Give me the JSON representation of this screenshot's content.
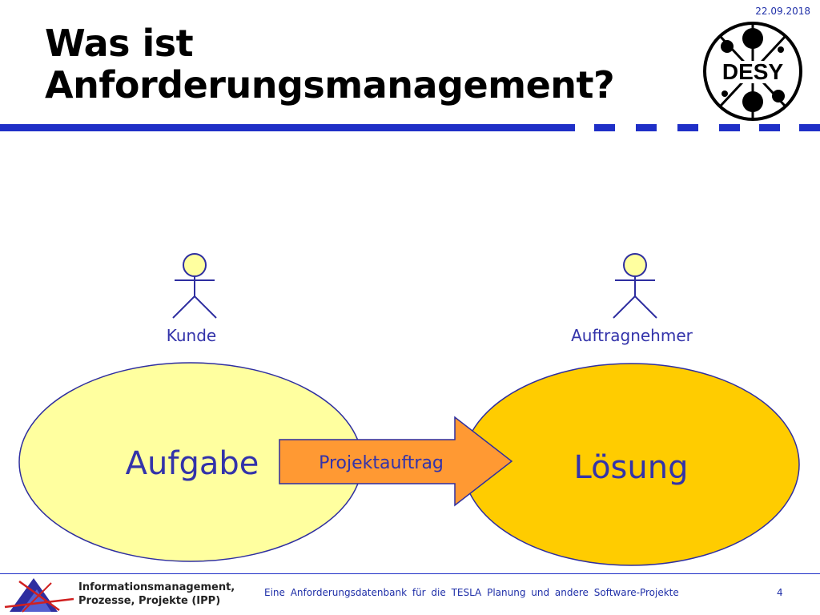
{
  "header": {
    "date": "22.09.2018",
    "title_line1": "Was ist",
    "title_line2": "Anforderungsmanagement?"
  },
  "logo": {
    "text": "DESY",
    "icon": "desy-logo"
  },
  "diagram": {
    "actors": [
      {
        "label": "Kunde",
        "icon": "stick-figure-icon"
      },
      {
        "label": "Auftragnehmer",
        "icon": "stick-figure-icon"
      }
    ],
    "ellipses": [
      {
        "label": "Aufgabe",
        "fill": "#ffff9f"
      },
      {
        "label": "Lösung",
        "fill": "#ffcc00"
      }
    ],
    "arrow": {
      "label": "Projektauftrag",
      "fill": "#ff9933"
    },
    "colors": {
      "outline": "#2e2ea0",
      "text": "#3333aa",
      "accent": "#1f2fc7"
    }
  },
  "footer": {
    "org_line1": "Informationsmanagement,",
    "org_line2": "Prozesse, Projekte (IPP)",
    "center": "Eine Anforderungsdatenbank für die TESLA Planung und andere Software-Projekte",
    "page": "4"
  }
}
